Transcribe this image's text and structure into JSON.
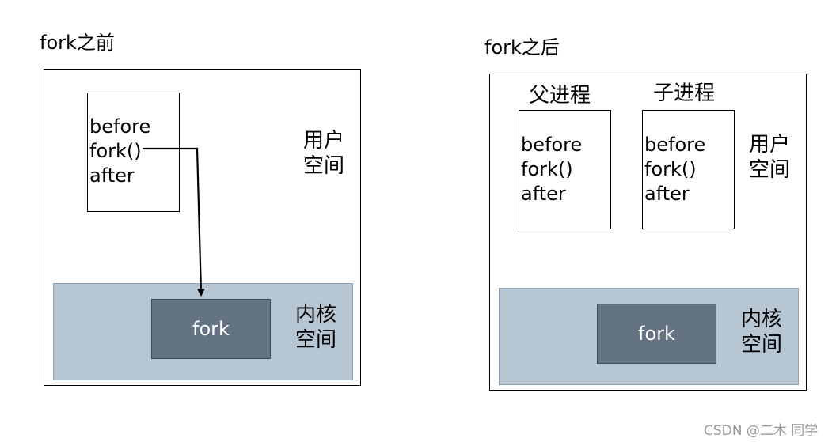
{
  "left": {
    "title": "fork之前",
    "code": [
      "before",
      "fork()",
      "after"
    ],
    "user_space": [
      "用户",
      "空间"
    ],
    "kernel_space": [
      "内核",
      "空间"
    ],
    "fork_label": "fork"
  },
  "right": {
    "title": "fork之后",
    "parent": {
      "label": "父进程",
      "code": [
        "before",
        "fork()",
        "after"
      ]
    },
    "child": {
      "label": "子进程",
      "code": [
        "before",
        "fork()",
        "after"
      ]
    },
    "user_space": [
      "用户",
      "空间"
    ],
    "kernel_space": [
      "内核",
      "空间"
    ],
    "fork_label": "fork"
  },
  "watermark": "CSDN @二木 同学",
  "colors": {
    "kernel_fill": "#b7c6d3",
    "fork_fill": "#647384",
    "arrow": "#000000"
  }
}
